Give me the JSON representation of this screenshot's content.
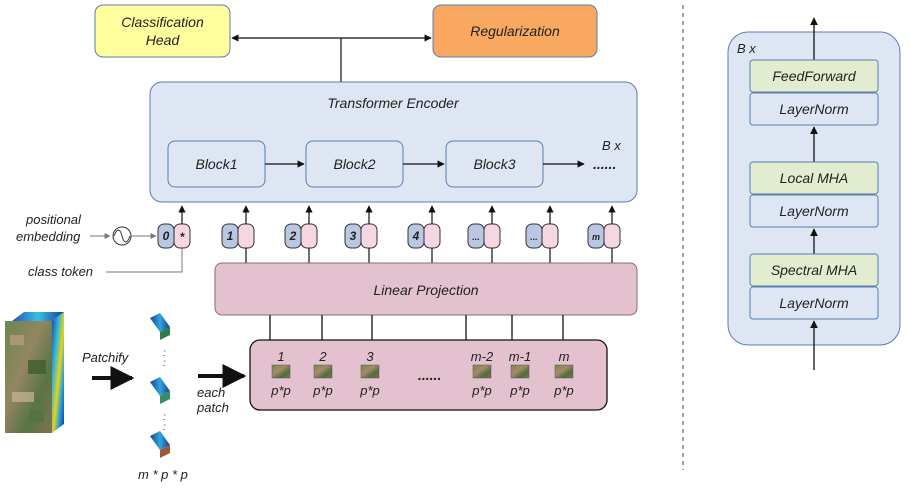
{
  "colors": {
    "yellow_box": "#ffff9e",
    "orange_box": "#f8a860",
    "encoder_fill": "#dde6f2",
    "encoder_stroke": "#5b7db0",
    "pink_fill": "#e3c1ce",
    "pink_stroke": "#8a6a78",
    "token_blue": "#b9c7e2",
    "token_pink": "#f6d6e3",
    "green_box": "#e2edcf"
  },
  "top_boxes": {
    "classification_line1": "Classification",
    "classification_line2": "Head",
    "regularization": "Regularization"
  },
  "encoder": {
    "title": "Transformer Encoder",
    "blocks": [
      "Block1",
      "Block2",
      "Block3"
    ],
    "ellipsis": "......",
    "repeat": "B x"
  },
  "inputs": {
    "positional_line1": "positional",
    "positional_line2": "embedding",
    "class_token": "class token",
    "class_token_marker": "*",
    "token_labels": [
      "0",
      "1",
      "2",
      "3",
      "4",
      "...",
      "...",
      "m"
    ]
  },
  "projection": {
    "label": "Linear Projection"
  },
  "patch_strip": {
    "indices": [
      "1",
      "2",
      "3",
      "m-2",
      "m-1",
      "m"
    ],
    "size_label": "p*p",
    "ellipsis": "......"
  },
  "left": {
    "patchify": "Patchify",
    "each_line1": "each",
    "each_line2": "patch",
    "count": "m * p * p",
    "dots": ":"
  },
  "right_block": {
    "repeat": "B x",
    "layers": [
      "FeedForward",
      "LayerNorm",
      "Local MHA",
      "LayerNorm",
      "Spectral MHA",
      "LayerNorm"
    ]
  }
}
